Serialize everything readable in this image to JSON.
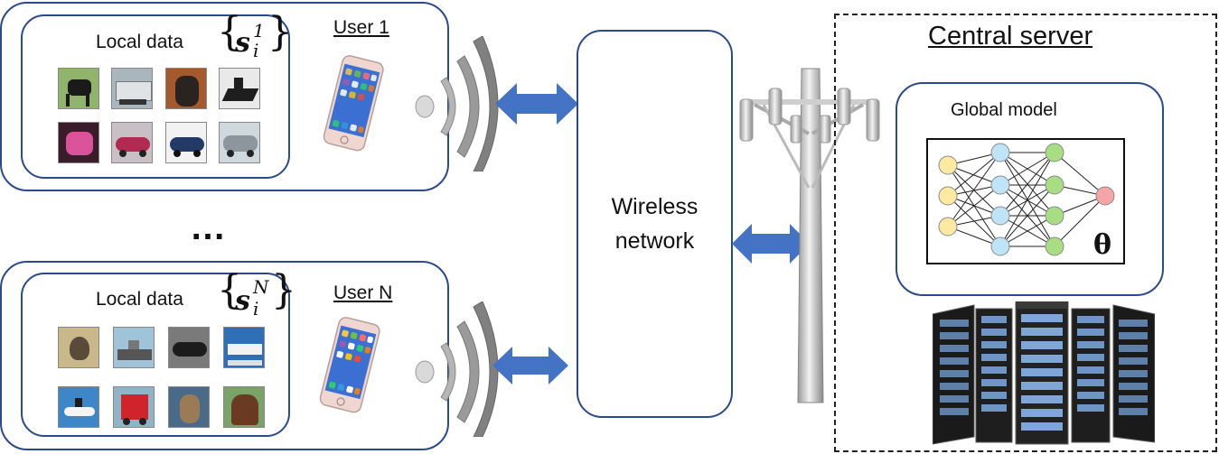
{
  "users": [
    {
      "name": "User 1",
      "local_data_label": "Local data",
      "math_symbol": "s",
      "math_sup": "1",
      "math_sub": "i",
      "thumbnails": [
        "dog",
        "truck",
        "cat",
        "ship-dark",
        "horse",
        "car-red",
        "car-blue",
        "car-silver"
      ]
    },
    {
      "name": "User N",
      "local_data_label": "Local data",
      "math_symbol": "s",
      "math_sup": "N",
      "math_sub": "i",
      "thumbnails": [
        "bird",
        "ship",
        "car-black",
        "ship-blue",
        "boat",
        "truck-red",
        "monkey",
        "horse-brown"
      ]
    }
  ],
  "ellipsis": "…",
  "wireless_network": {
    "line1": "Wireless",
    "line2": "network"
  },
  "central_server": {
    "title": "Central server",
    "global_model_label": "Global model",
    "parameter_symbol": "θ"
  },
  "colors": {
    "box_border": "#2b4a8a",
    "arrow": "#4472c4",
    "nn_input": "#fde9a0",
    "nn_hidden1": "#bfe3f7",
    "nn_hidden2": "#a8dd84",
    "nn_output": "#f4a6a6"
  },
  "icons": [
    "smartphone-icon",
    "wifi-signal-icon",
    "cell-tower-icon",
    "server-rack-icon",
    "double-arrow-icon"
  ]
}
